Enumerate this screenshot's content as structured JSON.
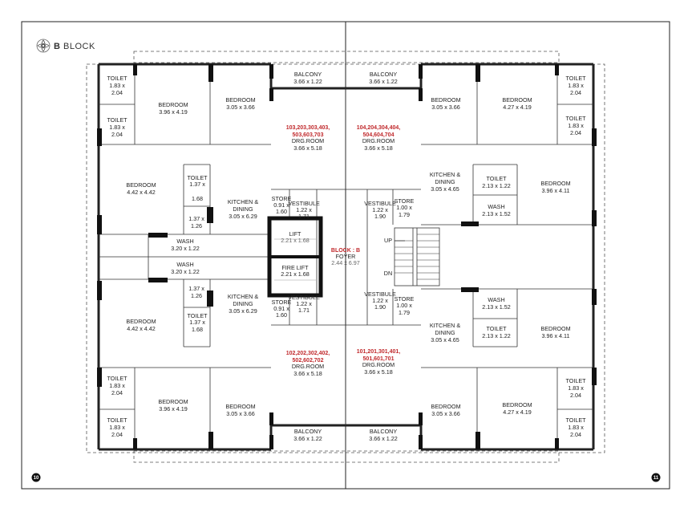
{
  "brand": {
    "icon": "lotus-logo-icon",
    "bold": "B",
    "rest": "BLOCK"
  },
  "page_numbers": {
    "left": "10",
    "right": "11"
  },
  "center": {
    "block_red": "BLOCK : B",
    "foyer": "FOYER",
    "foyer_size": "2.44 x 6.97",
    "up": "UP",
    "dn": "DN"
  },
  "lifts": {
    "lift": {
      "name": "LIFT",
      "size": "2.21 x 1.68"
    },
    "fire_lift": {
      "name": "FIRE LIFT",
      "size": "2.21 x 1.68"
    }
  },
  "flats": {
    "top_left": "103,203,303,403,",
    "top_left_2": "503,603,703",
    "top_right": "104,204,304,404,",
    "top_right_2": "504,604,704",
    "bottom_left": "102,202,302,402,",
    "bottom_left_2": "502,602,702",
    "bottom_right": "101,201,301,401,",
    "bottom_right_2": "501,601,701"
  },
  "rooms": {
    "toilet": "TOILET",
    "bedroom": "BEDROOM",
    "drg_room": "DRG.ROOM",
    "balcony": "BALCONY",
    "kitchen": "KITCHEN &",
    "dining": "DINING",
    "wash": "WASH",
    "store": "STORE",
    "vestibule": "VESTIBULE"
  },
  "sizes": {
    "toilet_183a": "1.83 x",
    "toilet_183b": "2.04",
    "bed_396_419": "3.96 x 4.19",
    "bed_305_366": "3.05 x 3.66",
    "bed_427_419": "4.27 x 4.19",
    "bed_442_442": "4.42 x 4.42",
    "bed_396_411": "3.96 x 4.11",
    "balcony": "3.66 x 1.22",
    "drg": "3.66 x 5.18",
    "kitchen_l": "3.05 x 6.29",
    "kitchen_r": "3.05 x 4.65",
    "toilet_137a": "1.37 x",
    "toilet_137b": "1.68",
    "toilet_213": "2.13 x 1.22",
    "wash_320": "3.20 x 1.22",
    "wash_213": "2.13 x 1.52",
    "small_137a": "1.37 x",
    "small_137b": "1.26",
    "store_l1": "0.91 x",
    "store_l2": "1.60",
    "store_r1": "1.00 x",
    "store_r2": "1.79",
    "vest1": "1.22 x",
    "vest2": "1.71",
    "vest_r2": "1.90"
  }
}
